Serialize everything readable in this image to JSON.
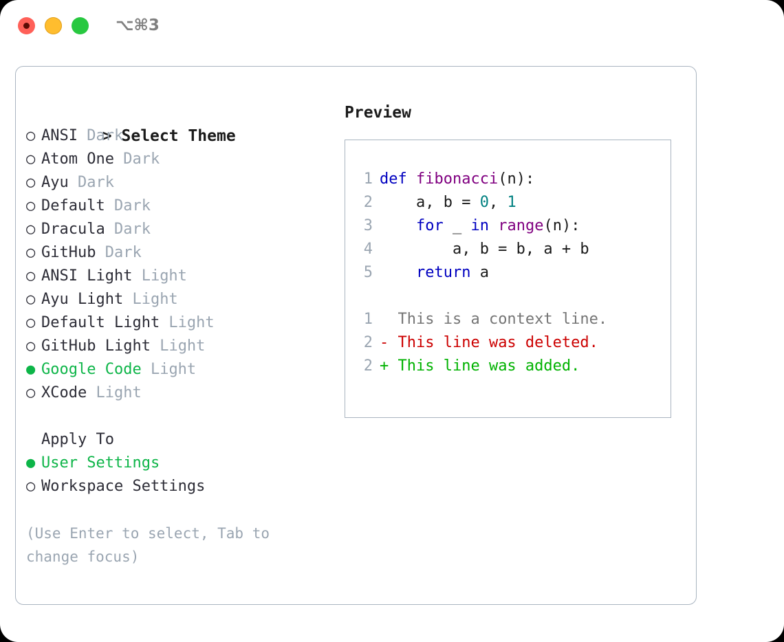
{
  "titlebar": {
    "shortcut": "⌥⌘3",
    "buttons": [
      {
        "name": "close",
        "color": "#ff6058"
      },
      {
        "name": "minimize",
        "color": "#ffbd2e"
      },
      {
        "name": "maximize",
        "color": "#28c840"
      }
    ]
  },
  "accent": {
    "green": "#0db548",
    "muted": "#9aa5b1",
    "border": "#a9b4c0"
  },
  "theme_section": {
    "caret": ">",
    "heading": "Select Theme",
    "bullet_selected": "●",
    "bullet_unselected": "○",
    "options": [
      {
        "label": "ANSI",
        "tag": "Dark",
        "selected": false
      },
      {
        "label": "Atom One",
        "tag": "Dark",
        "selected": false
      },
      {
        "label": "Ayu",
        "tag": "Dark",
        "selected": false
      },
      {
        "label": "Default",
        "tag": "Dark",
        "selected": false
      },
      {
        "label": "Dracula",
        "tag": "Dark",
        "selected": false
      },
      {
        "label": "GitHub",
        "tag": "Dark",
        "selected": false
      },
      {
        "label": "ANSI Light",
        "tag": "Light",
        "selected": false
      },
      {
        "label": "Ayu Light",
        "tag": "Light",
        "selected": false
      },
      {
        "label": "Default Light",
        "tag": "Light",
        "selected": false
      },
      {
        "label": "GitHub Light",
        "tag": "Light",
        "selected": false
      },
      {
        "label": "Google Code",
        "tag": "Light",
        "selected": true
      },
      {
        "label": "XCode",
        "tag": "Light",
        "selected": false
      }
    ]
  },
  "apply_section": {
    "heading": "Apply To",
    "options": [
      {
        "label": "User Settings",
        "selected": true
      },
      {
        "label": "Workspace Settings",
        "selected": false
      }
    ]
  },
  "hint": {
    "line1": "(Use Enter to select, Tab to",
    "line2": "change focus)"
  },
  "preview": {
    "title": "Preview",
    "code_lines": [
      {
        "number": "1",
        "tokens": [
          {
            "text": "def ",
            "style": "kw"
          },
          {
            "text": "fibonacci",
            "style": "fn"
          },
          {
            "text": "(n):",
            "style": "txt"
          }
        ]
      },
      {
        "number": "2",
        "tokens": [
          {
            "text": "    a, b = ",
            "style": "txt"
          },
          {
            "text": "0",
            "style": "num"
          },
          {
            "text": ", ",
            "style": "txt"
          },
          {
            "text": "1",
            "style": "num"
          }
        ]
      },
      {
        "number": "3",
        "tokens": [
          {
            "text": "    ",
            "style": "txt"
          },
          {
            "text": "for",
            "style": "kw"
          },
          {
            "text": " _ ",
            "style": "txt"
          },
          {
            "text": "in",
            "style": "kw"
          },
          {
            "text": " ",
            "style": "txt"
          },
          {
            "text": "range",
            "style": "fn"
          },
          {
            "text": "(n):",
            "style": "txt"
          }
        ]
      },
      {
        "number": "4",
        "tokens": [
          {
            "text": "        a, b = b, a + b",
            "style": "txt"
          }
        ]
      },
      {
        "number": "5",
        "tokens": [
          {
            "text": "    ",
            "style": "txt"
          },
          {
            "text": "return",
            "style": "kw"
          },
          {
            "text": " a",
            "style": "txt"
          }
        ]
      }
    ],
    "diff_lines": [
      {
        "number": "1",
        "marker": " ",
        "text": " This is a context line.",
        "style": "ctx"
      },
      {
        "number": "2",
        "marker": "-",
        "text": " This line was deleted.",
        "style": "del"
      },
      {
        "number": "2",
        "marker": "+",
        "text": " This line was added.",
        "style": "add"
      }
    ]
  }
}
